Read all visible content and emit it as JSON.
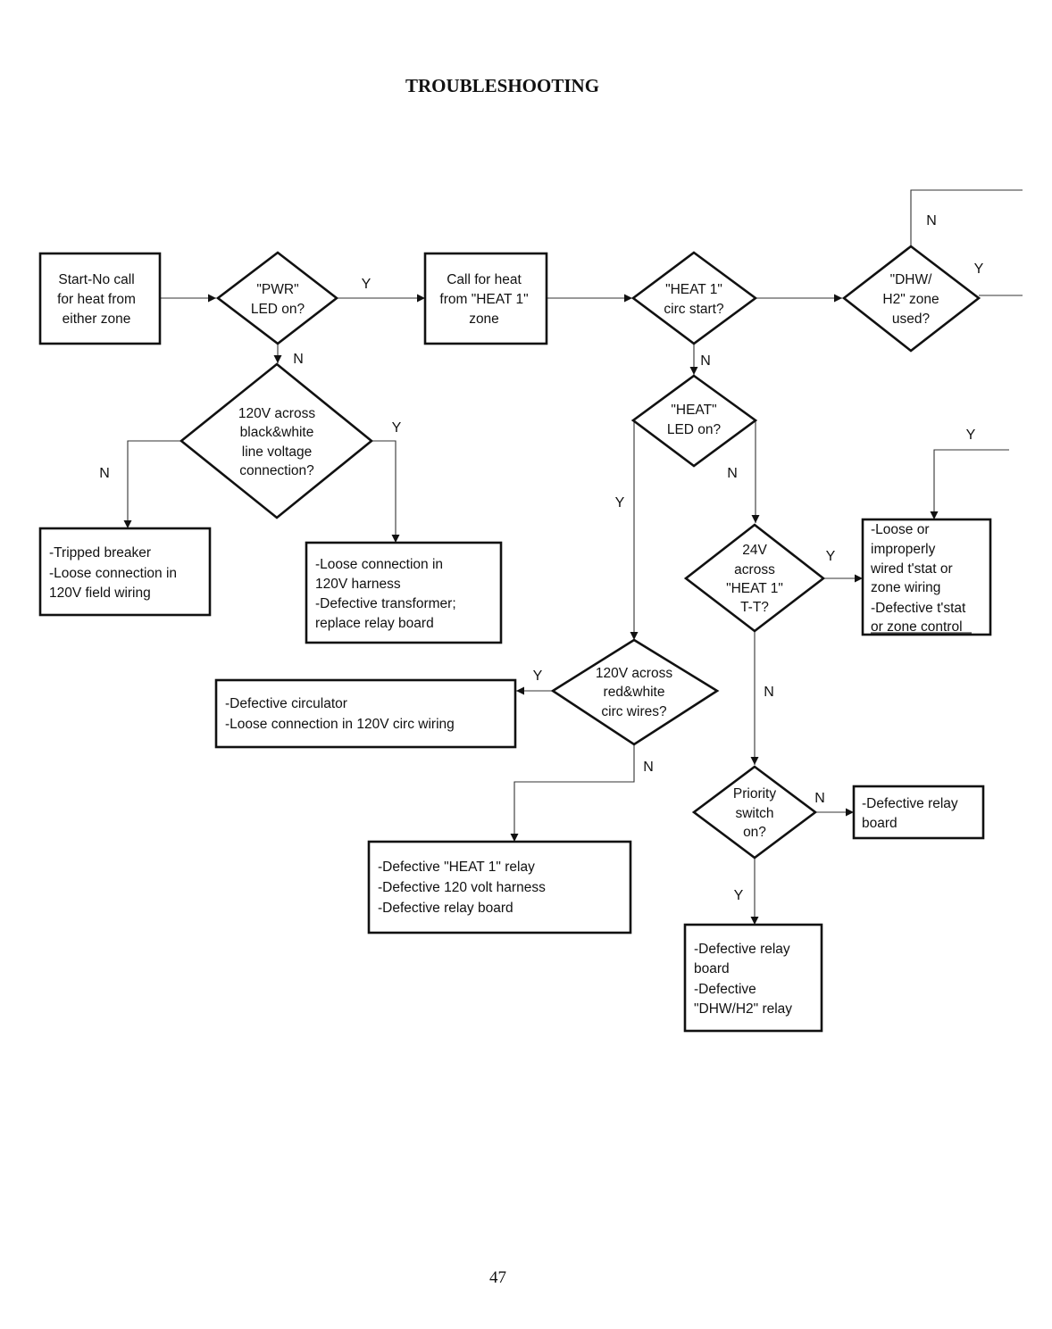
{
  "title": "TROUBLESHOOTING",
  "page_number": "47",
  "nodes": {
    "start": [
      "Start-No call",
      "for heat from",
      "either zone"
    ],
    "pwr_led": [
      "\"PWR\"",
      "LED on?"
    ],
    "call_heat": [
      "Call for heat",
      "from \"HEAT 1\"",
      "zone"
    ],
    "heat1_circ": [
      "\"HEAT 1\"",
      "circ start?"
    ],
    "dhw_zone": [
      "\"DHW/",
      "H2\" zone",
      "used?"
    ],
    "v120_line": [
      "120V across",
      "black&white",
      "line voltage",
      "connection?"
    ],
    "heat_led": [
      "\"HEAT\"",
      "LED on?"
    ],
    "tripped": [
      "-Tripped breaker",
      "-Loose connection in",
      "120V field wiring"
    ],
    "loose_harness": [
      "-Loose connection in",
      "120V harness",
      "-Defective transformer;",
      "replace relay board"
    ],
    "v24_tt": [
      "24V",
      "across",
      "\"HEAT 1\"",
      "T-T?"
    ],
    "loose_tstat": [
      "-Loose or",
      "improperly",
      "wired t'stat or",
      "zone wiring",
      "-Defective t'stat",
      "or zone control"
    ],
    "v120_circ": [
      "120V across",
      "red&white",
      "circ wires?"
    ],
    "def_circ": [
      "-Defective circulator",
      "-Loose connection in 120V circ wiring"
    ],
    "priority": [
      "Priority",
      "switch",
      "on?"
    ],
    "def_relay1": [
      "-Defective relay",
      "board"
    ],
    "def_heat1": [
      "-Defective \"HEAT 1\" relay",
      "-Defective 120 volt harness",
      "-Defective relay board"
    ],
    "def_relay2": [
      "-Defective relay",
      "board",
      "-Defective",
      "\"DHW/H2\" relay"
    ]
  },
  "branch_labels": {
    "yes": "Y",
    "no": "N"
  }
}
